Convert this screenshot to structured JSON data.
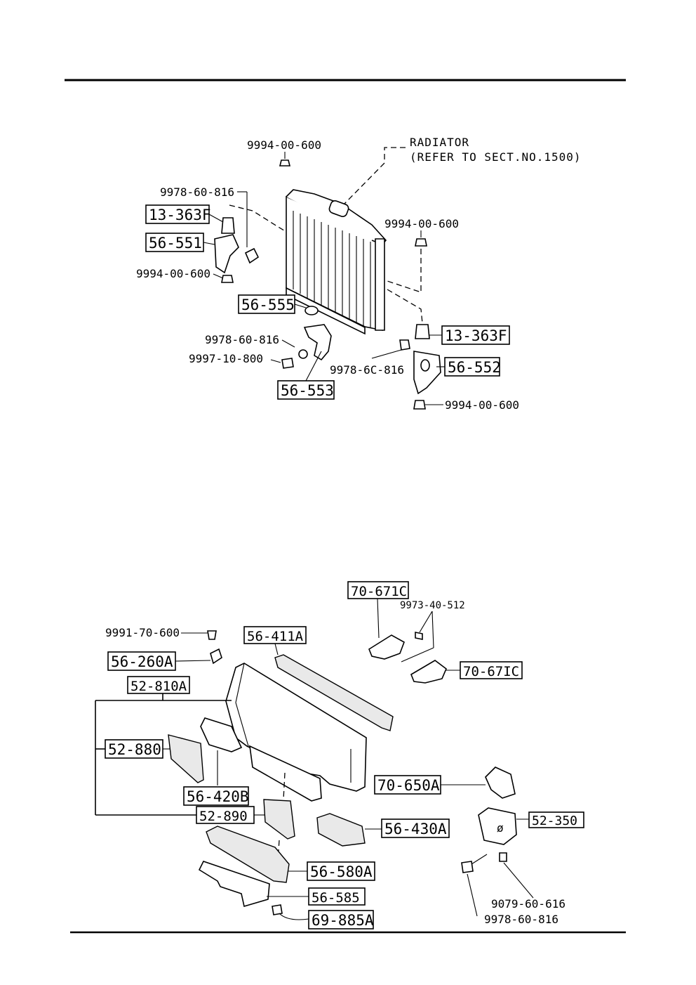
{
  "radiator_section": {
    "radiator_note": [
      "RADIATOR",
      "(REFER TO SECT.NO.1500)"
    ],
    "labels": {
      "nut_top_left": "9994-00-600",
      "bolt_left": "9978-60-816",
      "nut_bottom_left": "9994-00-600",
      "nut_right": "9994-00-600",
      "bolt_front_a": "9978-60-816",
      "bolt_front_b": "9997-10-800",
      "bolt_right": "9978-6C-816",
      "nut_bottom_right": "9994-00-600"
    },
    "boxed": {
      "mount_left": "13-363F",
      "bracket_left": "56-551",
      "insulator": "56-555",
      "lower_bracket": "56-553",
      "mount_right": "13-363F",
      "bracket_right": "56-552"
    }
  },
  "panel_section": {
    "labels": {
      "clip_top": "9991-70-600",
      "screw_top": "9973-40-512",
      "bolt_a": "9079-60-616",
      "bolt_b": "9978-60-816"
    },
    "boxed": {
      "guide_upper": "70-671C",
      "seal_upper": "56-411A",
      "bracket_small": "56-260A",
      "panel": "52-810A",
      "guide_lower": "70-67IC",
      "side_bracket": "52-880",
      "center_bracket": "56-420B",
      "latch": "70-650A",
      "stay": "52-890",
      "cover": "56-430A",
      "hood_lock": "52-350",
      "lower_panel": "56-580A",
      "under_cover": "56-585",
      "fastener": "69-885A"
    }
  }
}
